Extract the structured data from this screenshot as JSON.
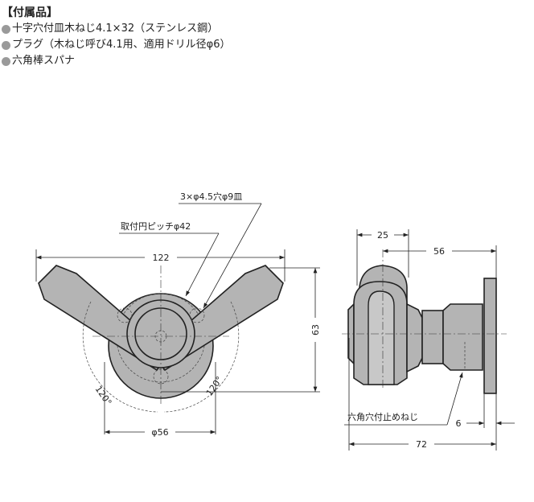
{
  "accessories": {
    "title": "【付属品】",
    "items": [
      "十字穴付皿木ねじ4.1×32（ステンレス鋼）",
      "プラグ（木ねじ呼び4.1用、適用ドリル径φ6）",
      "六角棒スパナ"
    ]
  },
  "front_view": {
    "hole_note": "3×φ4.5穴φ9皿",
    "pitch_note": "取付円ピッチφ42",
    "width": "122",
    "height": "63",
    "angle_left": "120°",
    "angle_right": "120°",
    "base_diameter": "φ56"
  },
  "side_view": {
    "knob_width": "25",
    "center_to_base": "56",
    "setscrew_note": "六角穴付止めねじ",
    "plate_thickness": "6",
    "total_depth": "72"
  }
}
